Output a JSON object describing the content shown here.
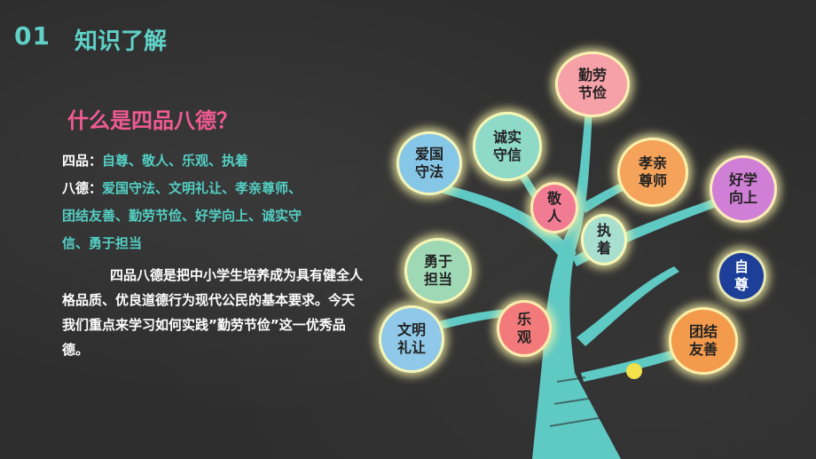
{
  "header": {
    "number": "01",
    "title": "知识了解"
  },
  "question": "什么是四品八德？",
  "four_qualities": {
    "label": "四品：",
    "items": "自尊、敬人、乐观、执着"
  },
  "eight_virtues": {
    "label": "八德：",
    "line1": "爱国守法、文明礼让、孝亲尊师、",
    "line2": "团结友善、勤劳节俭、好学向上、诚实守",
    "line3": "信、勇于担当"
  },
  "paragraph": "四品八德是把中小学生培养成为具有健全人格品质、优良道德行为现代公民的基本要求。今天我们重点来学习如何实践”勤劳节俭”这一优秀品德。",
  "tree": {
    "trunk_color": "#5fc9c4",
    "balls": {
      "qinlao": {
        "text": "勤劳\n节俭",
        "color": "#f6a0a8"
      },
      "chengshi": {
        "text": "诚实\n守信",
        "color": "#8fd9c8"
      },
      "aiguo": {
        "text": "爱国\n守法",
        "color": "#86c6e6"
      },
      "jingren": {
        "text": "敬\n人",
        "color": "#f27b94"
      },
      "xiaoqin": {
        "text": "孝亲\n尊师",
        "color": "#f5a25a"
      },
      "haoxue": {
        "text": "好学\n向上",
        "color": "#d07fd6"
      },
      "zhizhuo": {
        "text": "执\n着",
        "color": "#a9dfcf"
      },
      "yongyu": {
        "text": "勇于\n担当",
        "color": "#9ed8b5"
      },
      "zizun": {
        "text": "自\n尊",
        "color": "#1d3f99",
        "text_color": "#ffffff"
      },
      "leguan": {
        "text": "乐\n观",
        "color": "#f27a7a"
      },
      "wenming": {
        "text": "文明\n礼让",
        "color": "#8fc8e8"
      },
      "tuanjie": {
        "text": "团结\n友善",
        "color": "#f39a4c"
      }
    }
  }
}
